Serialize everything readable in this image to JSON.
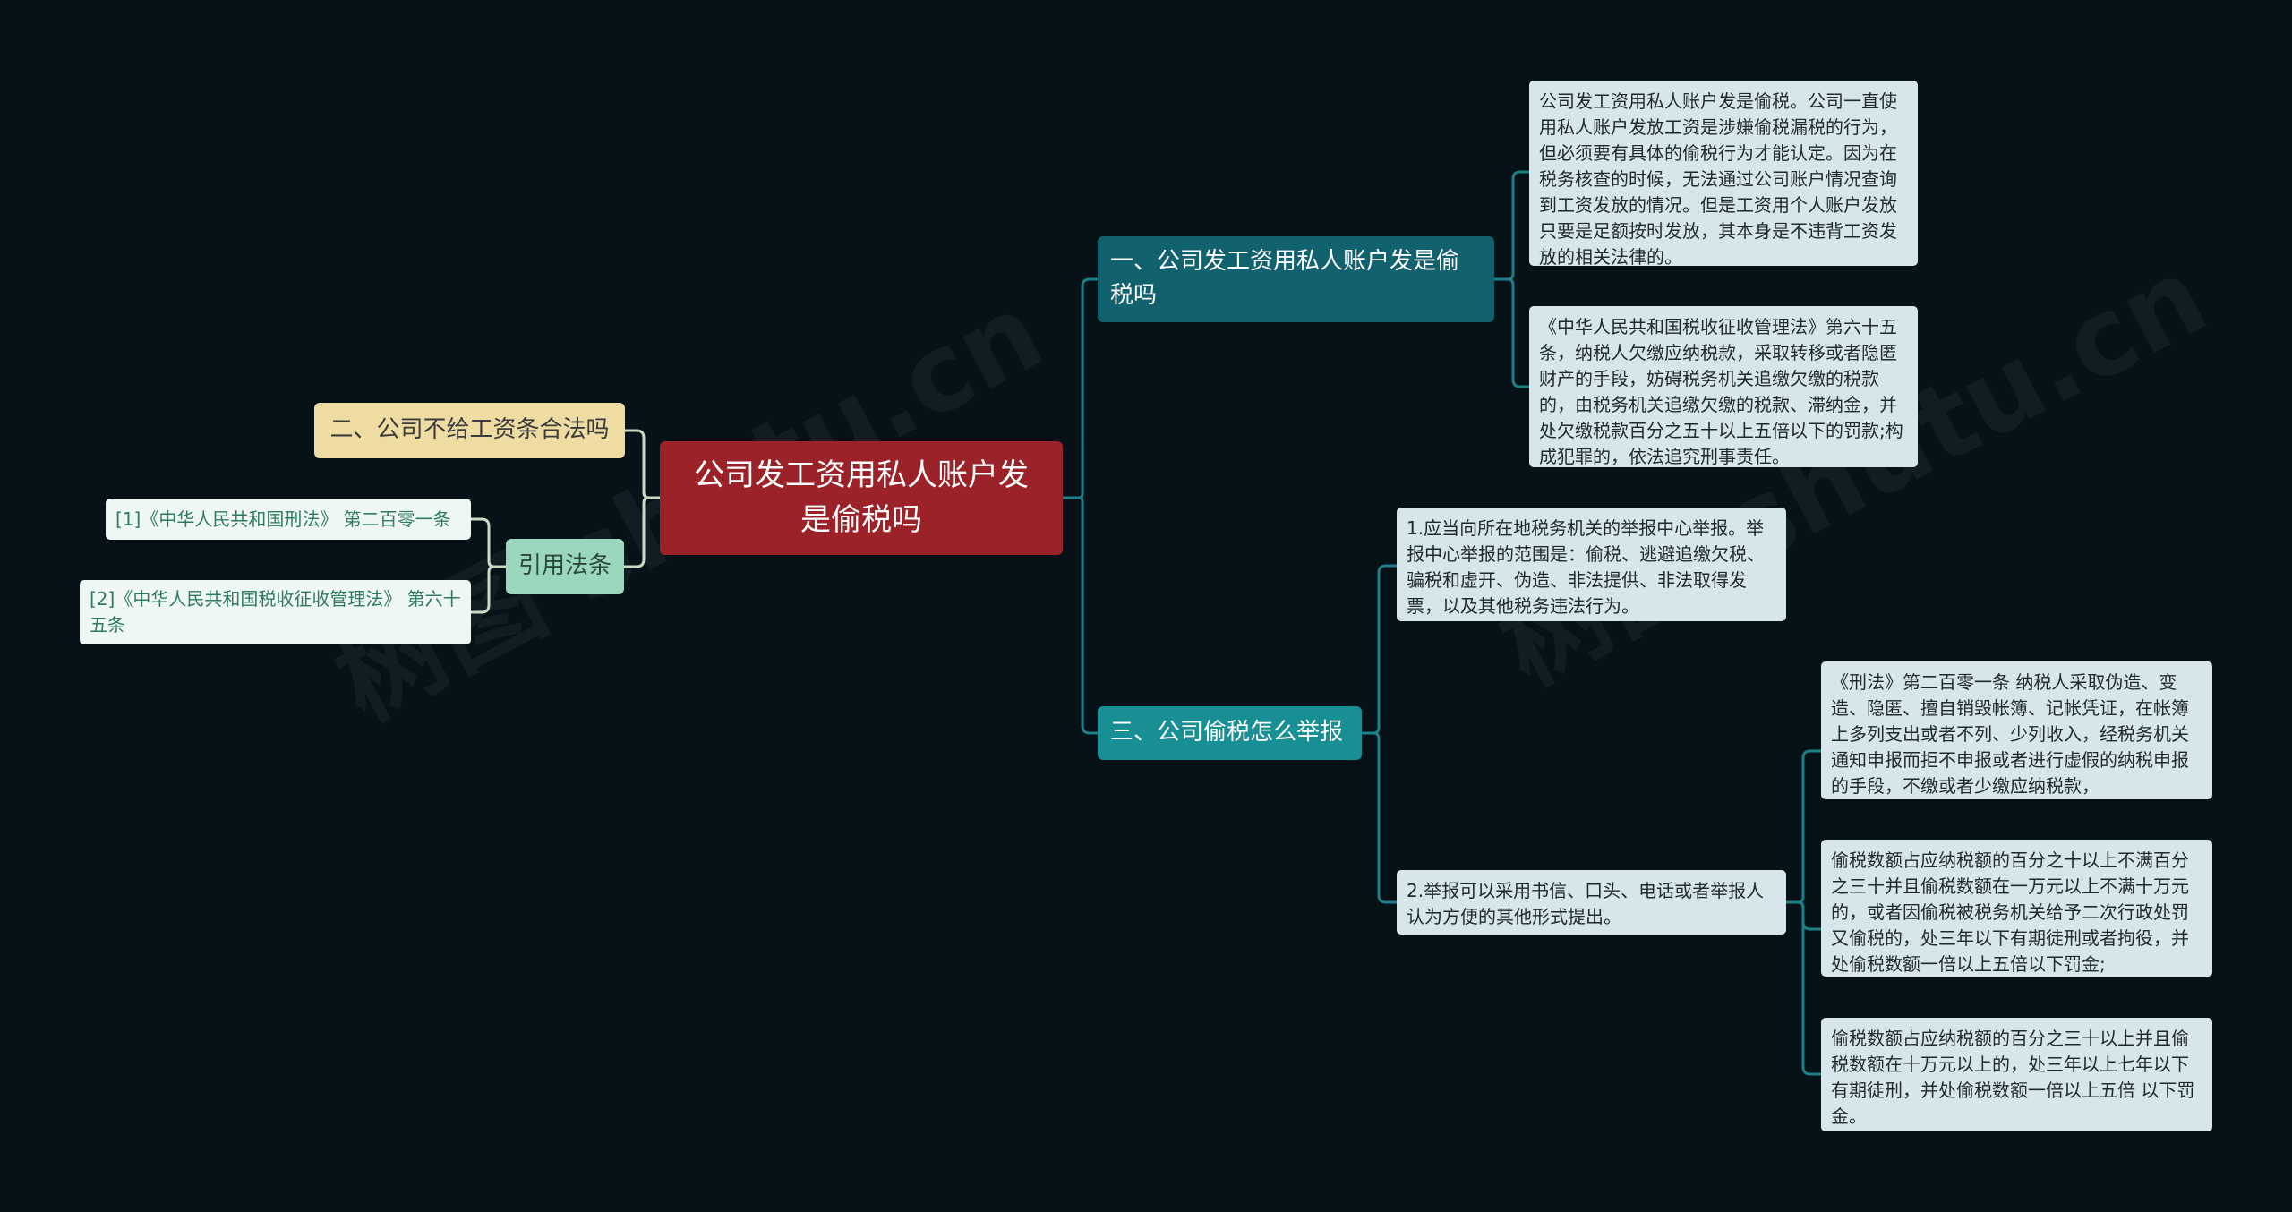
{
  "root": {
    "label": "公司发工资用私人账户发是偷税吗"
  },
  "branches": {
    "b1": {
      "label": "一、公司发工资用私人账户发是偷税吗",
      "children": [
        "公司发工资用私人账户发是偷税。公司一直使用私人账户发放工资是涉嫌偷税漏税的行为，但必须要有具体的偷税行为才能认定。因为在税务核查的时候，无法通过公司账户情况查询到工资发放的情况。但是工资用个人账户发放只要是足额按时发放，其本身是不违背工资发放的相关法律的。",
        "《中华人民共和国税收征收管理法》第六十五条，纳税人欠缴应纳税款，采取转移或者隐匿财产的手段，妨碍税务机关追缴欠缴的税款的，由税务机关追缴欠缴的税款、滞纳金，并处欠缴税款百分之五十以上五倍以下的罚款;构成犯罪的，依法追究刑事责任。"
      ]
    },
    "b3": {
      "label": "三、公司偷税怎么举报",
      "item1": "1.应当向所在地税务机关的举报中心举报。举报中心举报的范围是：偷税、逃避追缴欠税、骗税和虚开、伪造、非法提供、非法取得发票，以及其他税务违法行为。",
      "item2": "2.举报可以采用书信、口头、电话或者举报人认为方便的其他形式提出。",
      "item2_children": [
        "《刑法》第二百零一条 纳税人采取伪造、变造、隐匿、擅自销毁帐簿、记帐凭证，在帐簿上多列支出或者不列、少列收入，经税务机关通知申报而拒不申报或者进行虚假的纳税申报的手段，不缴或者少缴应纳税款，",
        "偷税数额占应纳税额的百分之十以上不满百分之三十并且偷税数额在一万元以上不满十万元的，或者因偷税被税务机关给予二次行政处罚又偷税的，处三年以下有期徒刑或者拘役，并处偷税数额一倍以上五倍以下罚金;",
        "偷税数额占应纳税额的百分之三十以上并且偷税数额在十万元以上的，处三年以上七年以下有期徒刑，并处偷税数额一倍以上五倍 以下罚金。"
      ]
    },
    "b2": {
      "label": "二、公司不给工资条合法吗"
    },
    "refs": {
      "label": "引用法条",
      "items": [
        "[1]《中华人民共和国刑法》 第二百零一条",
        "[2]《中华人民共和国税收征收管理法》 第六十五条"
      ]
    }
  },
  "colors": {
    "background": "#061118",
    "root": "#9b2228",
    "branch1": "#12616f",
    "branch3": "#178f94",
    "branch2": "#efdca3",
    "refs": "#9bd7bd",
    "leaf": "#d6e6ea",
    "line_right": "#1e7f86",
    "line_left": "#c9d9c4"
  }
}
